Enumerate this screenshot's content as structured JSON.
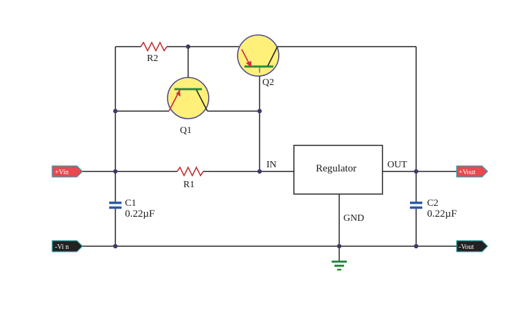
{
  "ports": {
    "vin_pos": "+Vin",
    "vin_neg": "-Vi n",
    "vout_pos": "+Vout",
    "vout_neg": "-Vout"
  },
  "components": {
    "r1": "R1",
    "r2": "R2",
    "q1": "Q1",
    "q2": "Q2",
    "c1_name": "C1",
    "c1_value": "0.22µF",
    "c2_name": "C2",
    "c2_value": "0.22µF",
    "regulator": "Regulator"
  },
  "pins": {
    "in": "IN",
    "out": "OUT",
    "gnd": "GND"
  },
  "colors": {
    "wire": "#222222",
    "transistor_fill": "#fff07a",
    "transistor_outline": "#4a4a8a",
    "transistor_base": "#2a8a3a",
    "emitter_arrow": "#d03040",
    "resistor": "#c03030",
    "capacitor": "#2a5aa8",
    "port_positive": "#e84850",
    "port_negative": "#222222",
    "port_border": "#28a0a8",
    "ground": "#2a8a3a"
  }
}
